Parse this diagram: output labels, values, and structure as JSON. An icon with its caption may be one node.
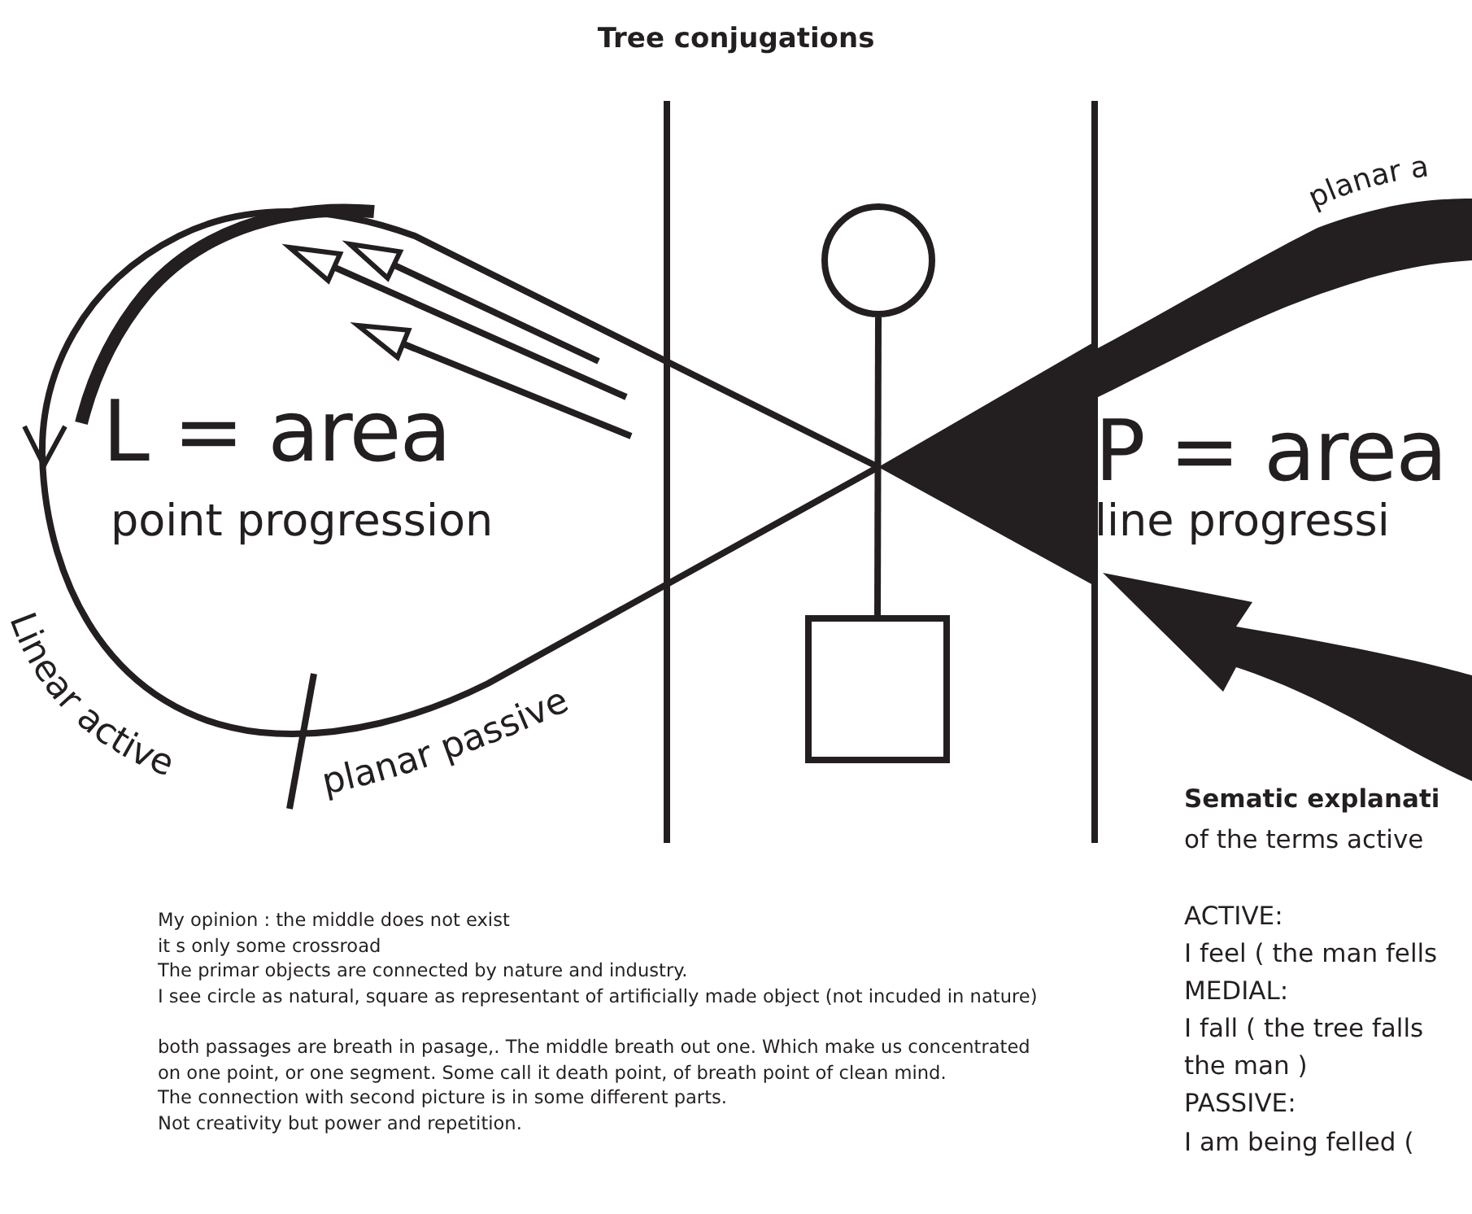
{
  "diagram": {
    "title": "Tree conjugations",
    "nodes": [
      {
        "text": [],
        "shape": "circle"
      },
      {
        "text": [],
        "shape": "box"
      }
    ],
    "edges": [
      {
        "from": 0,
        "to": 1,
        "arrow": "none"
      }
    ],
    "labels": [
      "planar a",
      "L = area",
      "point progression",
      "P = area",
      "line progressi",
      "Linear active",
      "planar passive",
      "My opinion :  the middle does not exist",
      "it s only some crossroad",
      "The primar objects are connected by nature and industry.",
      "I see circle as natural, square as representant of artificially made object (not incuded in nature)",
      "both passages are breath in pasage,. The middle breath out one.  Which make us concentrated",
      "on one point, or one segment. Some call it death point, of breath point of clean mind.",
      "The connection with second picture is in some different parts.",
      "Not creativity but power and repetition.",
      "Sematic explanati",
      "of the terms active",
      "ACTIVE:",
      "I feel ( the man fells",
      "MEDIAL:",
      "I fall ( the tree falls",
      "the man )",
      "PASSIVE:",
      "I am being felled ("
    ]
  }
}
